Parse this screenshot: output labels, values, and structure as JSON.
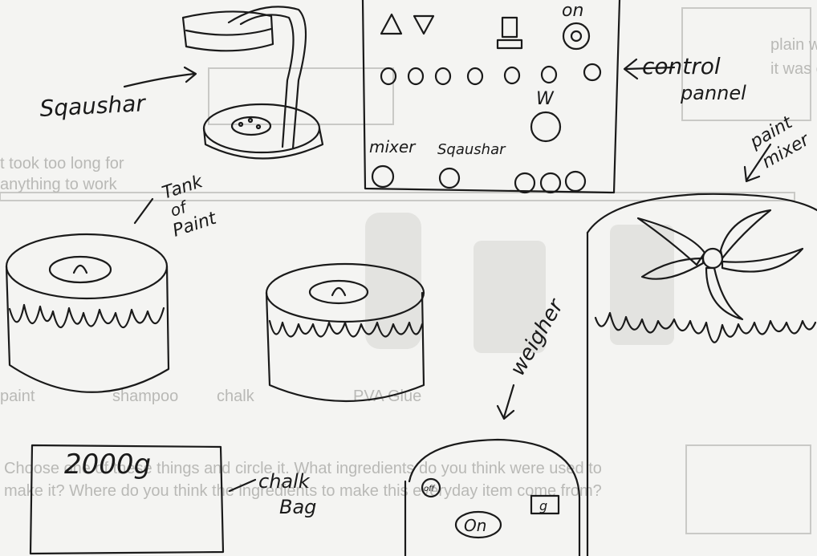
{
  "background_text": {
    "line1": "plain why",
    "line2": "it was easy",
    "line3": "t took too long for",
    "line4": "anything to work",
    "line5": "Choose one of these things and circle it. What ingredients do you think were used to",
    "line6": "make it? Where do you think the ingredients to make this everyday item come from?",
    "ingredient1": "shampoo",
    "ingredient2": "PVA Glue",
    "ingredient3": "chalk",
    "ingredient4": "paint"
  },
  "labels": {
    "squasher": "Sqaushar",
    "control_panel_line1": "control",
    "control_panel_line2": "pannel",
    "on_top": "on",
    "w": "W",
    "mixer": "mixer",
    "squasher_small": "Sqaushar",
    "tank_line1": "Tank",
    "tank_line2": "of",
    "tank_line3": "Paint",
    "paint_mixer_line1": "paint",
    "paint_mixer_line2": "mixer",
    "weigher": "weigher",
    "bag_weight": "2000g",
    "chalk_bag_line1": "chalk",
    "chalk_bag_line2": "Bag",
    "off": "off",
    "on_button": "On",
    "g": "g"
  }
}
